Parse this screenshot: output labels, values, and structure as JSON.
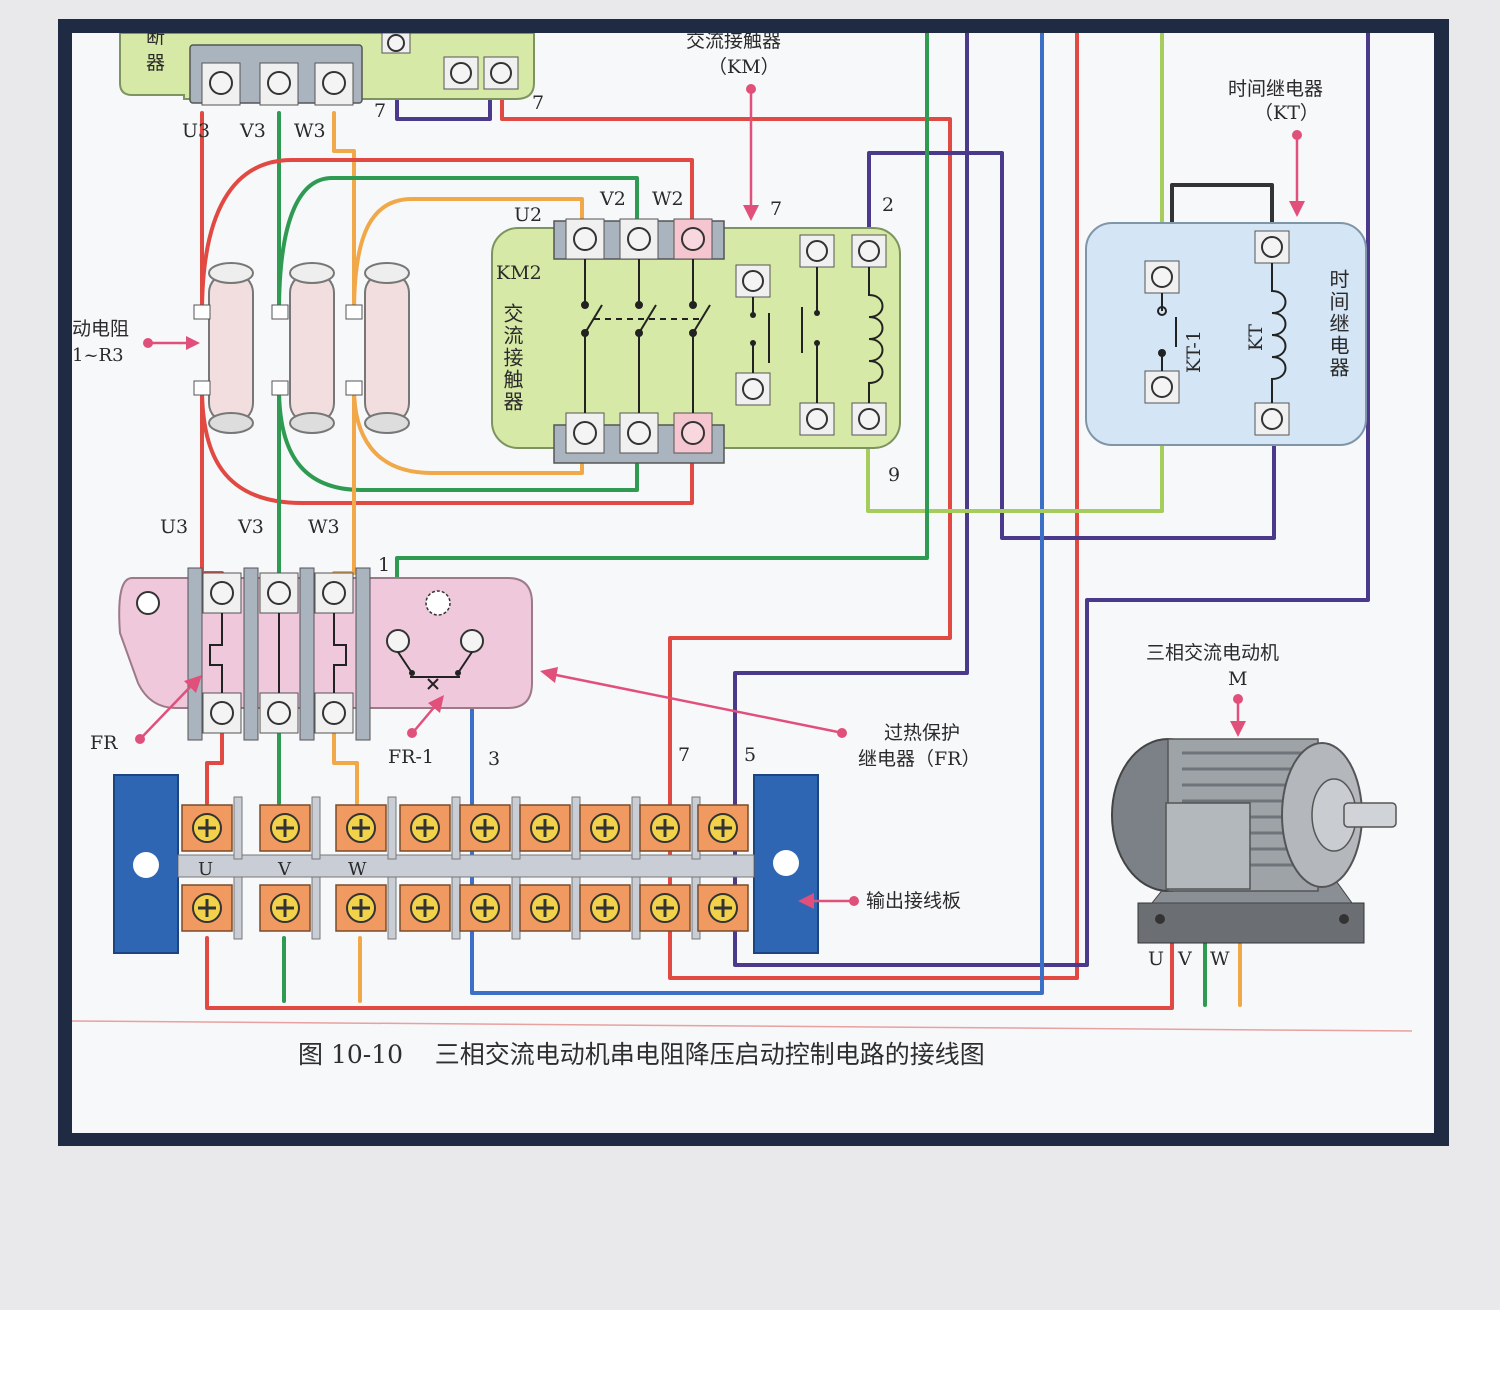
{
  "figure": {
    "caption": "图 10-10    三相交流电动机串电阻降压启动控制电路的接线图"
  },
  "labels": {
    "breaker_partial": "器",
    "breaker_partial_top": "断",
    "u3_top": "U3",
    "v3_top": "V3",
    "w3_top": "W3",
    "wire7_a": "7",
    "wire7_b": "7",
    "km_title": "交流接触器",
    "km_code": "（KM）",
    "wire7_c": "7",
    "wire2": "2",
    "kt_title": "时间继电器",
    "kt_code": "（KT）",
    "u2": "U2",
    "v2": "V2",
    "w2": "W2",
    "km2": "KM2",
    "km2_vert": "交流接触器",
    "resistor_title": "动电阻",
    "resistor_code": "1~R3",
    "kt1": "KT-1",
    "kt": "KT",
    "kt_vert": "时间继电器",
    "wire9": "9",
    "u3_mid": "U3",
    "v3_mid": "V3",
    "w3_mid": "W3",
    "wire1": "1",
    "fr": "FR",
    "fr1": "FR-1",
    "wire3": "3",
    "wire7_d": "7",
    "wire5": "5",
    "fr_title": "过热保护",
    "fr_code": "继电器（FR）",
    "motor_title": "三相交流电动机",
    "motor_code": "M",
    "term_u": "U",
    "term_v": "V",
    "term_w": "W",
    "output_board": "输出接线板",
    "motor_u": "U",
    "motor_v": "V",
    "motor_w": "W"
  },
  "colors": {
    "frame": "#1f2b43",
    "km_body": "#d6e9a6",
    "kt_body": "#d4e6f6",
    "fr_body": "#f0c8dc",
    "terminal": "#f09a62",
    "terminal_rail": "#2f66b3",
    "wire_red": "#e04a42",
    "wire_green": "#2f9a52",
    "wire_orange": "#f0a848",
    "wire_purple": "#4b3a8c",
    "wire_blue": "#3c6fc8",
    "wire_lime": "#a6cc5c",
    "pointer": "#e0507a"
  }
}
